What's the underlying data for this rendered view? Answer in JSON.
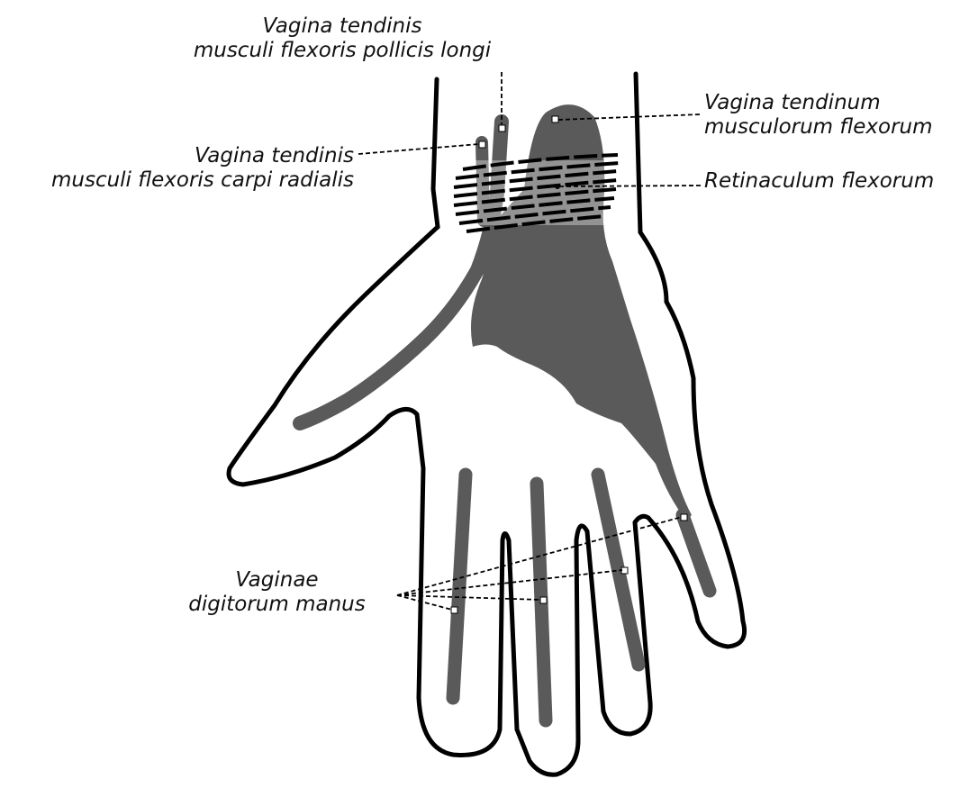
{
  "labels": {
    "fpl": [
      "Vagina tendinis",
      "musculi flexoris pollicis longi"
    ],
    "fcr": [
      "Vagina tendinis",
      "musculi flexoris carpi radialis"
    ],
    "flexor_sheath": [
      "Vagina tendinum",
      "musculorum flexorum"
    ],
    "retinaculum": "Retinaculum flexorum",
    "digital": [
      "Vaginae",
      "digitorum manus"
    ]
  },
  "colors": {
    "sheath_fill": "#5a5a5a",
    "outline": "#000000",
    "background": "#ffffff",
    "marker": "#ffffff"
  }
}
